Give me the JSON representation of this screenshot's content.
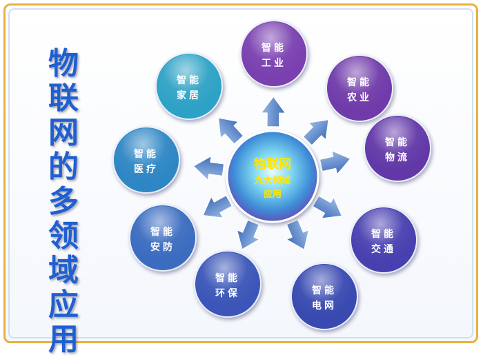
{
  "title_chars": [
    "物",
    "联",
    "网",
    "的",
    "多",
    "领",
    "域",
    "应",
    "用"
  ],
  "center": {
    "line1": "物联网",
    "line2": "九大领域",
    "line3": "应用"
  },
  "nodes": [
    {
      "line1": "智能",
      "line2": "工业",
      "color": "#7a3fb0"
    },
    {
      "line1": "智能",
      "line2": "农业",
      "color": "#6f3aa9"
    },
    {
      "line1": "智能",
      "line2": "物流",
      "color": "#6238a8"
    },
    {
      "line1": "智能",
      "line2": "交通",
      "color": "#4a3fb0"
    },
    {
      "line1": "智能",
      "line2": "电网",
      "color": "#3848b0"
    },
    {
      "line1": "智能",
      "line2": "环保",
      "color": "#3a56b8"
    },
    {
      "line1": "智能",
      "line2": "安防",
      "color": "#3b6cc0"
    },
    {
      "line1": "智能",
      "line2": "医疗",
      "color": "#2f86c4"
    },
    {
      "line1": "智能",
      "line2": "家居",
      "color": "#2fa2c6"
    }
  ],
  "colors": {
    "border": "#e8b040",
    "title": "#1f5fd0",
    "center_text": "#ffe600",
    "arrow": "#5b86c6"
  }
}
